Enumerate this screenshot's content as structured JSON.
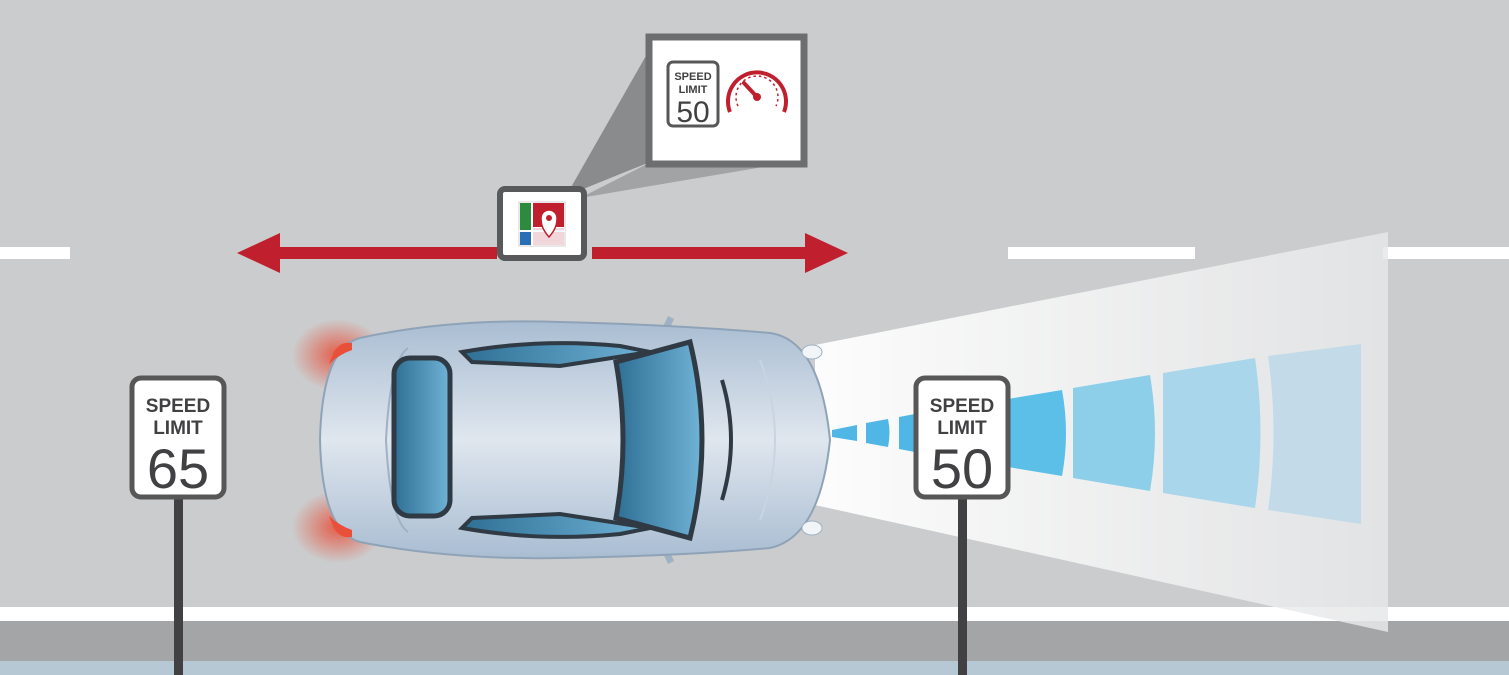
{
  "signs": {
    "left": {
      "line1": "SPEED",
      "line2": "LIMIT",
      "value": "65"
    },
    "right": {
      "line1": "SPEED",
      "line2": "LIMIT",
      "value": "50"
    }
  },
  "callout": {
    "sign": {
      "line1": "SPEED",
      "line2": "LIMIT",
      "value": "50"
    },
    "icon": "speedometer-icon"
  },
  "nav_device_icon": "map-pin-icon",
  "colors": {
    "road": "#cbcccd",
    "arrow": "#c0202e",
    "sensor_beam": "#5bc0e8",
    "sign_border": "#575757",
    "car_body": "#b7c7d8",
    "taillight": "#e8503a"
  }
}
